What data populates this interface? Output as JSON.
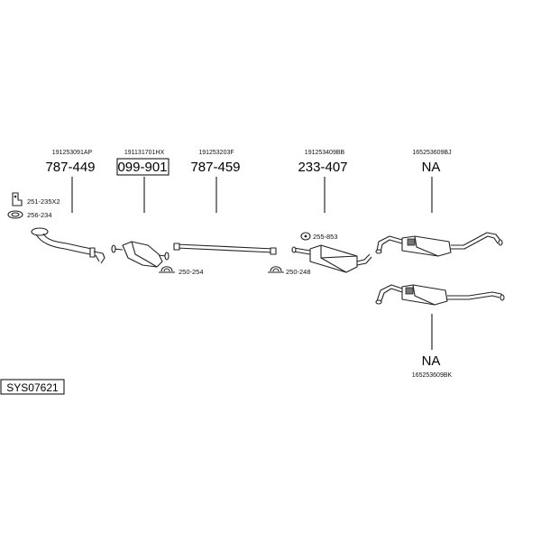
{
  "system_code": "SYS07621",
  "parts": [
    {
      "oem": "191253091AP",
      "number": "787-449"
    },
    {
      "oem": "191131701HX",
      "number": "099-901"
    },
    {
      "oem": "191253203F",
      "number": "787-459"
    },
    {
      "oem": "191253409BB",
      "number": "233-407"
    },
    {
      "oem": "165253609BJ",
      "number": "NA"
    },
    {
      "oem": "165253609BK",
      "number": "NA"
    }
  ],
  "accessories": [
    {
      "label": "251-235X2",
      "icon": "bracket-icon"
    },
    {
      "label": "256-234",
      "icon": "gasket-ring-icon"
    },
    {
      "label": "250-254",
      "icon": "clamp-icon"
    },
    {
      "label": "250-248",
      "icon": "clamp-icon"
    },
    {
      "label": "255-853",
      "icon": "rubber-mount-icon"
    }
  ]
}
